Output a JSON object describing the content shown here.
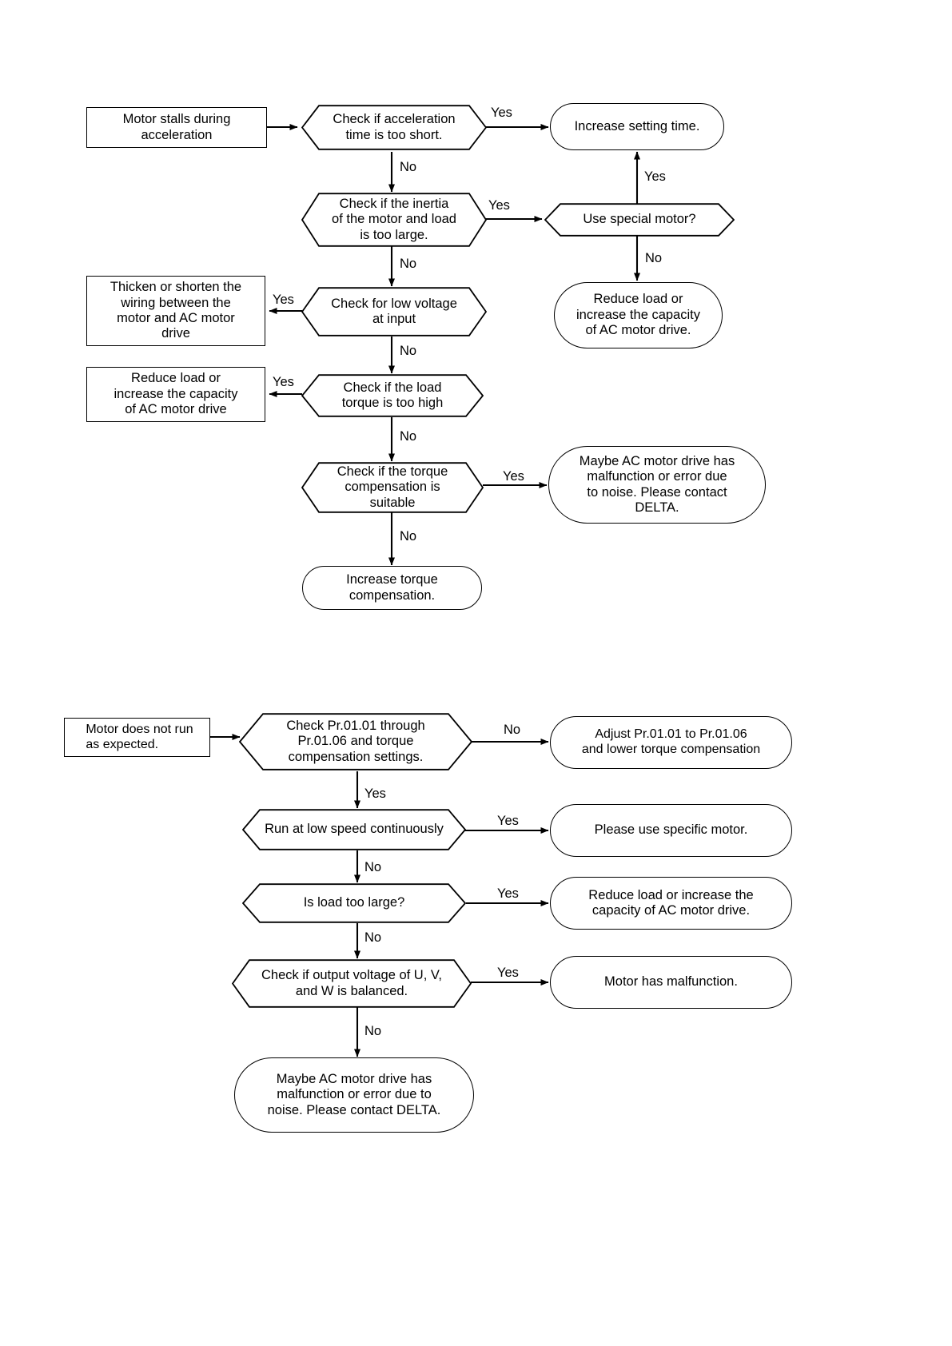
{
  "document": {
    "type": "troubleshooting-flowchart",
    "page_background": "#ffffff",
    "line_color": "#000000",
    "shadow_color": "#808080"
  },
  "flowchart_1": {
    "name": "Motor stalls during acceleration",
    "start": {
      "label": "Motor stalls during\nacceleration",
      "shape": "rect"
    },
    "decisions": [
      {
        "id": "d1",
        "label": "Check if acceleration\ntime is too short.",
        "shape": "hexagon"
      },
      {
        "id": "d2",
        "label": "Check if the inertia\nof the motor and load\nis too large.",
        "shape": "hexagon"
      },
      {
        "id": "d3",
        "label": "Check for low voltage\nat input",
        "shape": "hexagon"
      },
      {
        "id": "d4",
        "label": "Check if the load\ntorque is too high",
        "shape": "hexagon"
      },
      {
        "id": "d5",
        "label": "Check if the torque\ncompensation is\nsuitable",
        "shape": "hexagon"
      },
      {
        "id": "d6",
        "label": "Use special motor?",
        "shape": "hexagon"
      }
    ],
    "outcomes": [
      {
        "id": "o1",
        "label": "Increase setting time.",
        "shape": "stadium"
      },
      {
        "id": "o2",
        "label": "Reduce load or\nincrease the capacity\nof AC motor drive.",
        "shape": "stadium"
      },
      {
        "id": "o3",
        "label": "Thicken or shorten the\nwiring between the\nmotor and AC motor\ndrive",
        "shape": "rect"
      },
      {
        "id": "o4",
        "label": "Reduce load or\nincrease the capacity\nof AC motor drive",
        "shape": "rect"
      },
      {
        "id": "o5",
        "label": "Maybe AC motor drive has\nmalfunction or error due\nto noise. Please contact\nDELTA.",
        "shape": "stadium"
      },
      {
        "id": "o6",
        "label": "Increase torque\ncompensation.",
        "shape": "stadium"
      }
    ],
    "edge_labels": {
      "d1_yes": "Yes",
      "d1_no": "No",
      "d2_yes": "Yes",
      "d2_no": "No",
      "d6_yes": "Yes",
      "d6_no": "No",
      "d3_yes": "Yes",
      "d3_no": "No",
      "d4_yes": "Yes",
      "d4_no": "No",
      "d5_yes": "Yes",
      "d5_no": "No"
    }
  },
  "flowchart_2": {
    "name": "Motor does not run as expected",
    "start": {
      "label": "Motor does not run\nas expected.",
      "shape": "rect"
    },
    "decisions": [
      {
        "id": "e1",
        "label": "Check Pr.01.01 through\nPr.01.06 and torque\ncompensation settings.",
        "shape": "hexagon"
      },
      {
        "id": "e2",
        "label": "Run at low speed continuously",
        "shape": "hexagon"
      },
      {
        "id": "e3",
        "label": "Is load too large?",
        "shape": "hexagon"
      },
      {
        "id": "e4",
        "label": "Check if output voltage of U, V,\nand W is balanced.",
        "shape": "hexagon"
      }
    ],
    "outcomes": [
      {
        "id": "p1",
        "label": "Adjust Pr.01.01 to Pr.01.06\nand lower torque compensation",
        "shape": "stadium"
      },
      {
        "id": "p2",
        "label": "Please use specific motor.",
        "shape": "stadium"
      },
      {
        "id": "p3",
        "label": "Reduce load or increase the\ncapacity of AC motor drive.",
        "shape": "stadium"
      },
      {
        "id": "p4",
        "label": "Motor has malfunction.",
        "shape": "stadium"
      },
      {
        "id": "p5",
        "label": "Maybe AC motor drive has\nmalfunction or error due to\nnoise. Please contact DELTA.",
        "shape": "stadium"
      }
    ],
    "edge_labels": {
      "e1_no": "No",
      "e1_yes": "Yes",
      "e2_yes": "Yes",
      "e2_no": "No",
      "e3_yes": "Yes",
      "e3_no": "No",
      "e4_yes": "Yes",
      "e4_no": "No"
    }
  }
}
